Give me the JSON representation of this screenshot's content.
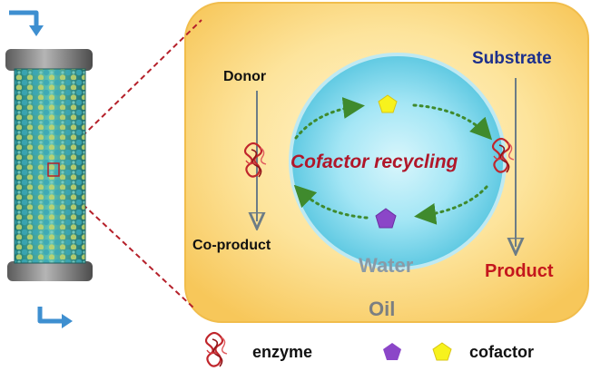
{
  "labels": {
    "donor": "Donor",
    "co_product": "Co-product",
    "substrate": "Substrate",
    "product": "Product",
    "water": "Water",
    "oil": "Oil",
    "cycle": "Cofactor recycling"
  },
  "legend": {
    "enzyme": "enzyme",
    "cofactor": "cofactor"
  },
  "colors": {
    "oil_panel": "#fad77f",
    "water_droplet": "#6fd4ea",
    "substrate_text": "#1c2f8c",
    "product_text": "#c4161c",
    "cycle_text": "#b0172a",
    "cofactor_yellow": "#f7f21d",
    "cofactor_purple": "#8b46c8",
    "dotted_arrows": "#3f8a2d",
    "flow_arrow": "#3e8fd0"
  },
  "icons": [
    "flow-in-arrow-icon",
    "flow-out-arrow-icon",
    "enzyme-icon",
    "pentagon-icon"
  ]
}
